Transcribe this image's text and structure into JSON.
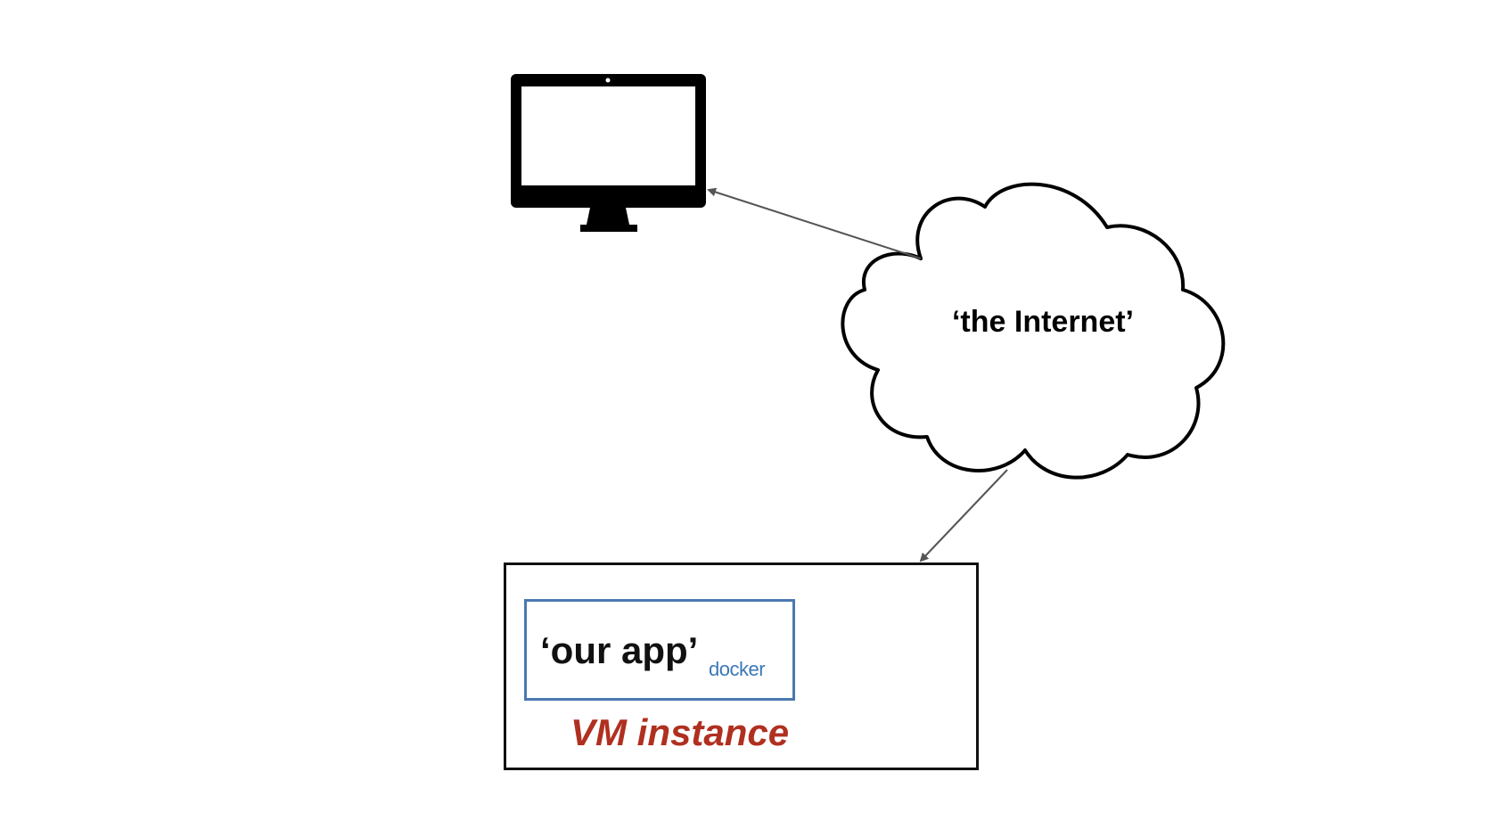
{
  "diagram": {
    "cloud_label": "‘the Internet’",
    "app_label": "‘our app’",
    "docker_label": "docker",
    "vm_label": "VM instance",
    "colors": {
      "vm_label": "#b03020",
      "docker": "#3a78b8",
      "app_border": "#4a78b0",
      "arrow": "#555555"
    },
    "icons": [
      "monitor-icon",
      "cloud-shape",
      "docker-whale-icon"
    ]
  }
}
